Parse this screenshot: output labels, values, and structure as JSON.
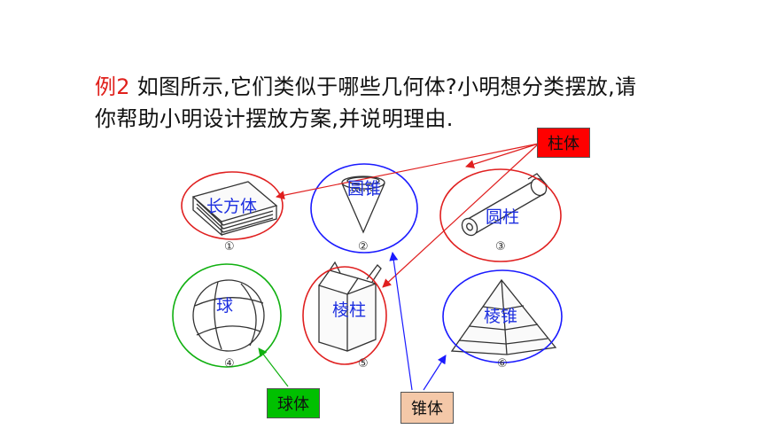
{
  "question": {
    "number": "例2",
    "line1": " 如图所示,它们类似于哪些几何体?小明想分类摆放,请",
    "line2": "你帮助小明设计摆放方案,并说明理由."
  },
  "tags": {
    "prism": "柱体",
    "sphere": "球体",
    "cone": "锥体"
  },
  "objects": [
    {
      "label": "长方体",
      "number": "①"
    },
    {
      "label": "圆锥",
      "number": "②"
    },
    {
      "label": "圆柱",
      "number": "③"
    },
    {
      "label": "球",
      "number": "④"
    },
    {
      "label": "棱柱",
      "number": "⑤"
    },
    {
      "label": "棱锥",
      "number": "⑥"
    }
  ],
  "colors": {
    "prism_group": "#e02020",
    "cone_group": "#1a1aff",
    "sphere_group": "#10b010",
    "label_text": "#1d2fe0"
  }
}
